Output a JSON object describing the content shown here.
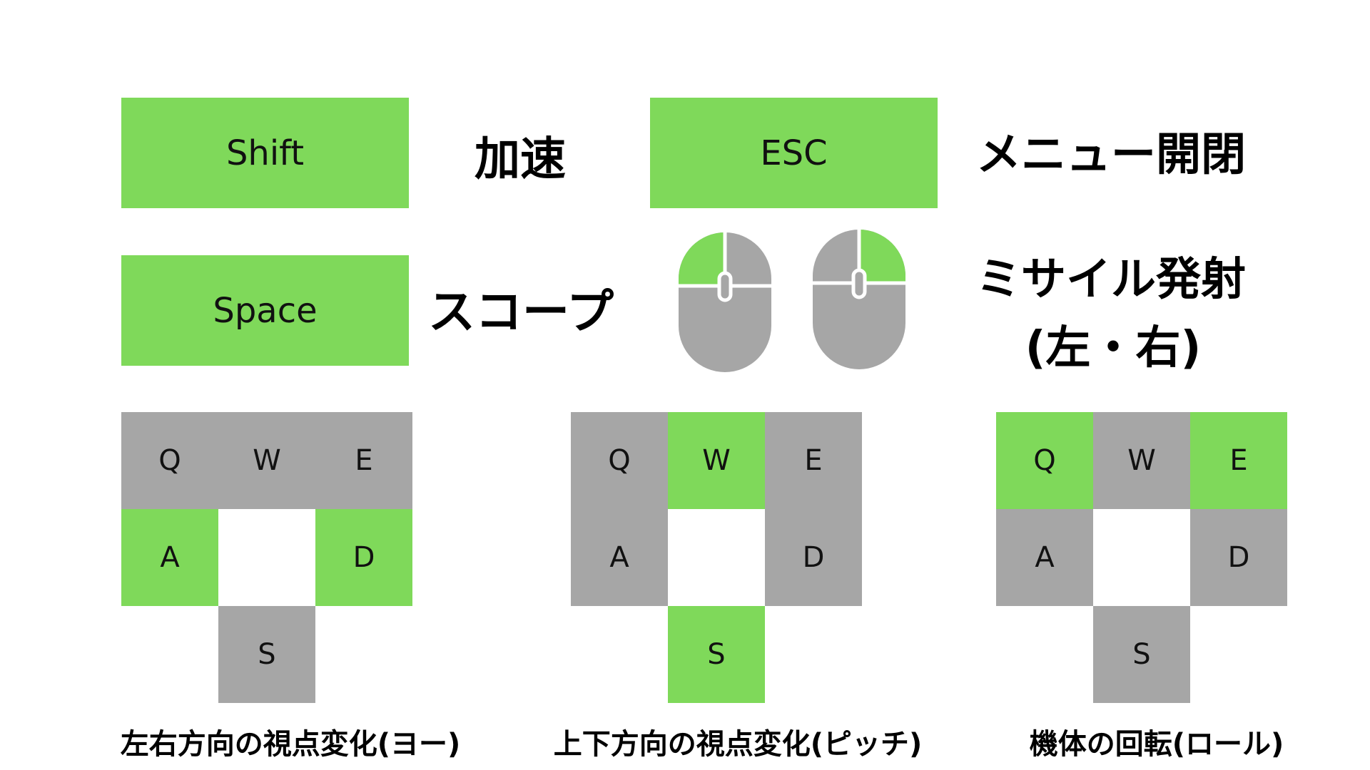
{
  "colors": {
    "active": "#7fd95a",
    "inactive": "#a6a6a6",
    "mouse_line": "#ffffff",
    "text": "#000000"
  },
  "top_controls": [
    {
      "key": "Shift",
      "action": "加速"
    },
    {
      "key": "ESC",
      "action": "メニュー開閉"
    },
    {
      "key": "Space",
      "action": "スコープ"
    }
  ],
  "mouse": {
    "action_line1": "ミサイル発射",
    "action_line2": "(左・右)",
    "left_mouse_active_button": "left",
    "right_mouse_active_button": "right"
  },
  "key_grids": [
    {
      "caption": "左右方向の視点変化(ヨー)",
      "keys": [
        {
          "label": "Q",
          "active": false
        },
        {
          "label": "W",
          "active": false
        },
        {
          "label": "E",
          "active": false
        },
        {
          "label": "A",
          "active": true
        },
        {
          "label": "D",
          "active": true
        },
        {
          "label": "S",
          "active": false
        }
      ]
    },
    {
      "caption": "上下方向の視点変化(ピッチ)",
      "keys": [
        {
          "label": "Q",
          "active": false
        },
        {
          "label": "W",
          "active": true
        },
        {
          "label": "E",
          "active": false
        },
        {
          "label": "A",
          "active": false
        },
        {
          "label": "D",
          "active": false
        },
        {
          "label": "S",
          "active": true
        }
      ]
    },
    {
      "caption": "機体の回転(ロール)",
      "keys": [
        {
          "label": "Q",
          "active": true
        },
        {
          "label": "W",
          "active": false
        },
        {
          "label": "E",
          "active": true
        },
        {
          "label": "A",
          "active": false
        },
        {
          "label": "D",
          "active": false
        },
        {
          "label": "S",
          "active": false
        }
      ]
    }
  ]
}
